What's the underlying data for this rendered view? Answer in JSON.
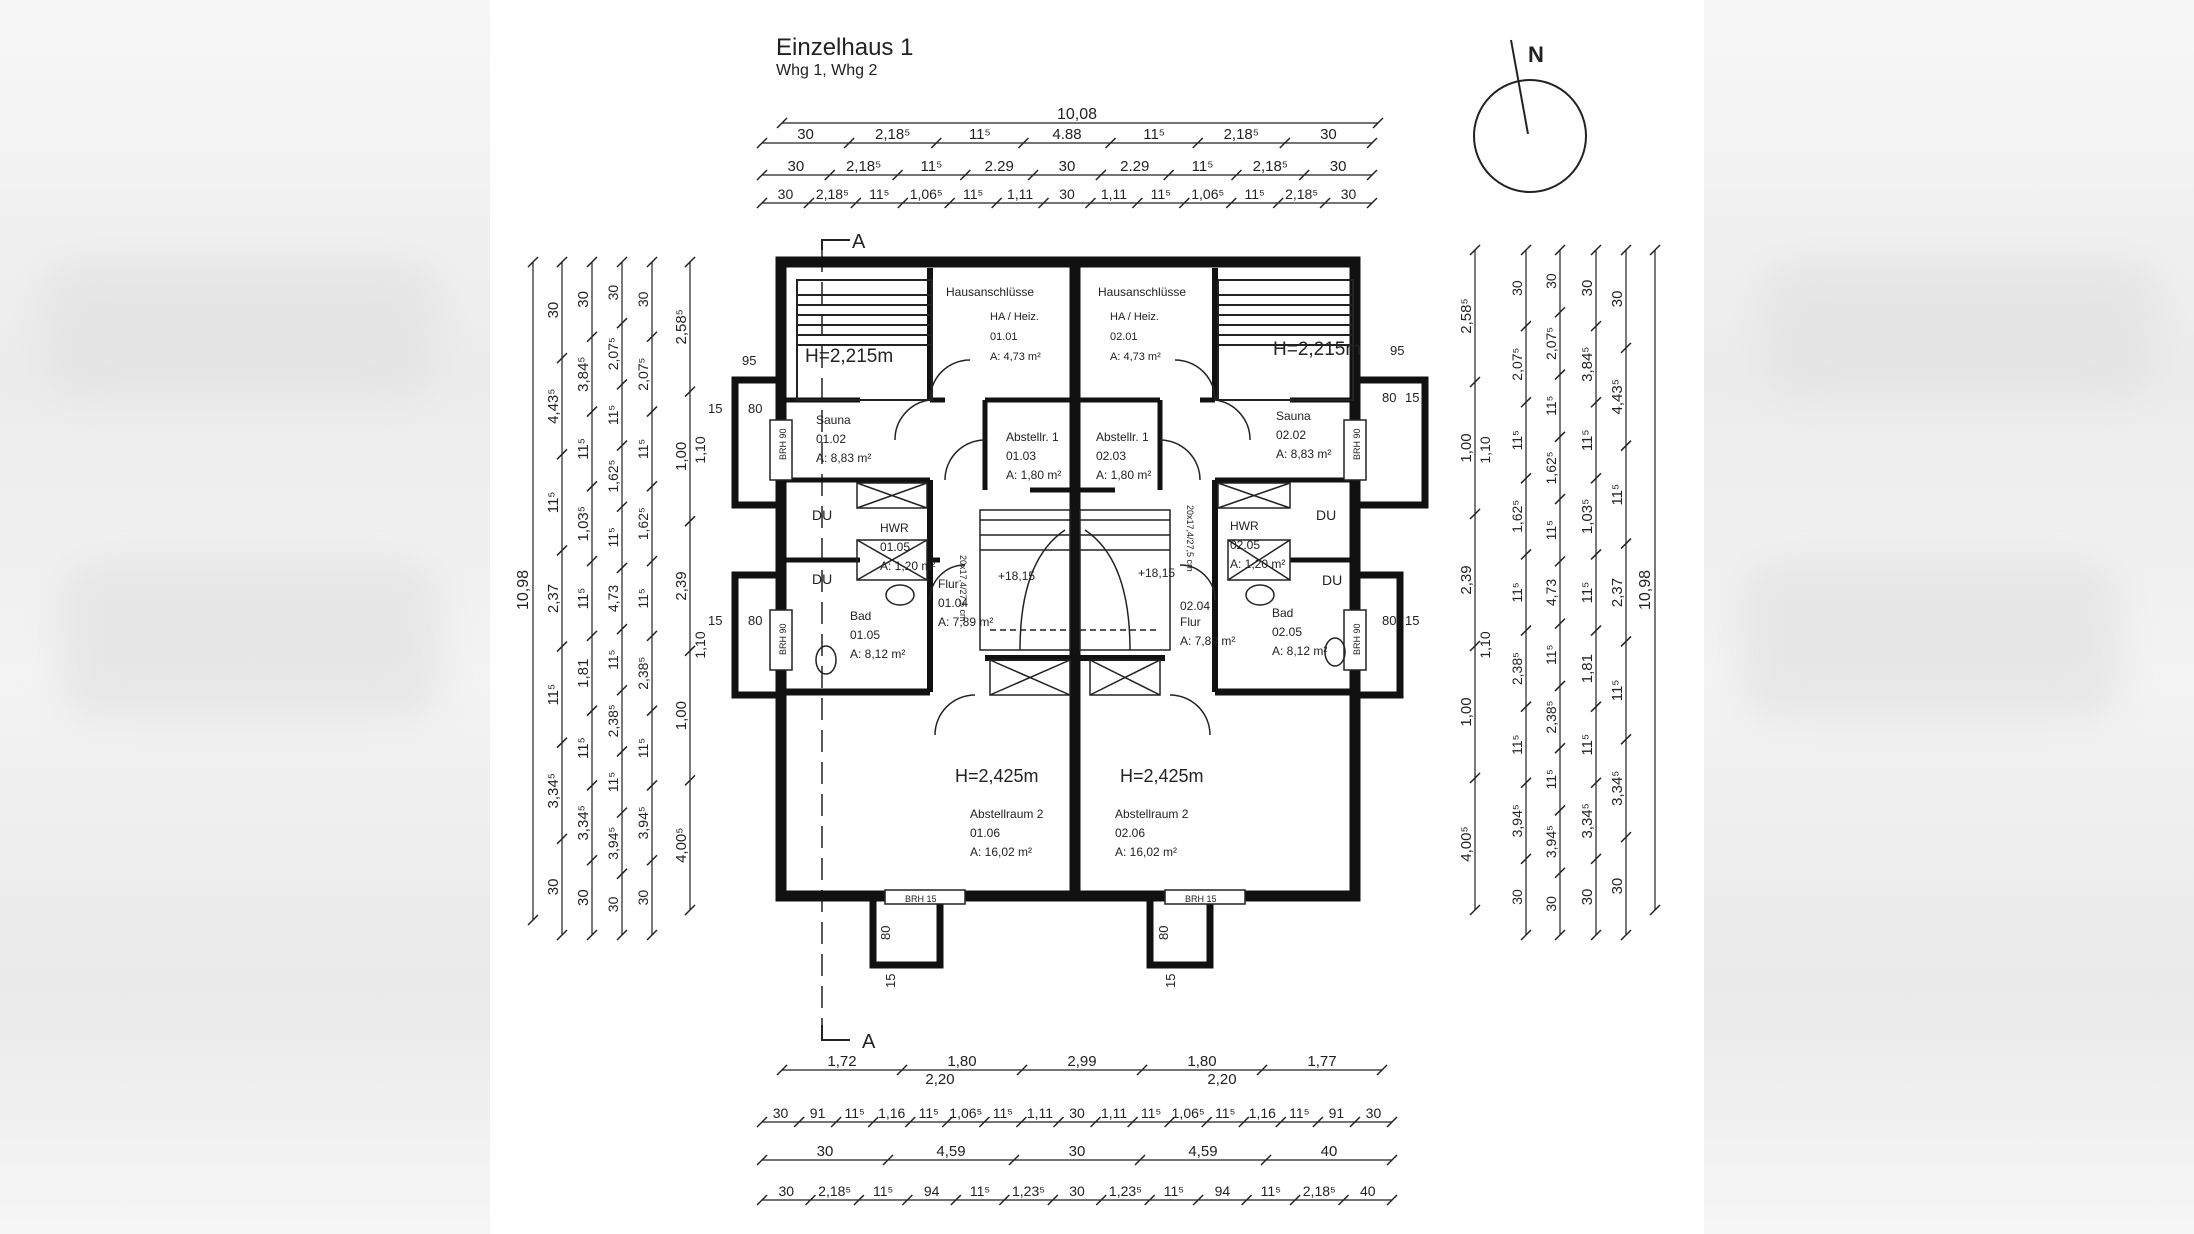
{
  "title": "Einzelhaus 1",
  "subtitle": "Whg 1, Whg 2",
  "north_label": "N",
  "section_label": "A",
  "dims_top": {
    "total": "10,08",
    "row1": [
      "30",
      "2,18⁵",
      "11⁵",
      "4.88",
      "11⁵",
      "2,18⁵",
      "30"
    ],
    "row2": [
      "30",
      "2,18⁵",
      "11⁵",
      "2.29",
      "30",
      "2.29",
      "11⁵",
      "2,18⁵",
      "30"
    ],
    "row3": [
      "30",
      "2,18⁵",
      "11⁵",
      "1,06⁵",
      "11⁵",
      "1,11",
      "30",
      "1,11",
      "11⁵",
      "1,06⁵",
      "11⁵",
      "2,18⁵",
      "30"
    ]
  },
  "dims_bottom": {
    "row1a": [
      "1,72",
      "1,80",
      "2,99",
      "1,80",
      "1,77"
    ],
    "row1b": [
      "2,20",
      "2,20"
    ],
    "row2": [
      "30",
      "91",
      "11⁵",
      "1,16",
      "11⁵",
      "1,06⁵",
      "11⁵",
      "1,11",
      "30",
      "1,11",
      "11⁵",
      "1,06⁵",
      "11⁵",
      "1,16",
      "11⁵",
      "91",
      "30"
    ],
    "row3": [
      "30",
      "4,59",
      "30",
      "4,59",
      "40"
    ],
    "row4": [
      "30",
      "2,18⁵",
      "11⁵",
      "94",
      "11⁵",
      "1,23⁵",
      "30",
      "1,23⁵",
      "11⁵",
      "94",
      "11⁵",
      "2,18⁵",
      "40"
    ]
  },
  "dims_left": {
    "total": "10,98",
    "col1": [
      "30",
      "4,43⁵",
      "11⁵",
      "2,37",
      "11⁵",
      "3,34⁵",
      "30"
    ],
    "col2": [
      "30",
      "3,84⁵",
      "11⁵",
      "1,03⁵",
      "11⁵",
      "1,81",
      "11⁵",
      "3,34⁵",
      "30"
    ],
    "col3": [
      "30",
      "2,07⁵",
      "11⁵",
      "1,62⁵",
      "11⁵",
      "4,73",
      "11⁵",
      "2,38⁵",
      "11⁵",
      "3,94⁵",
      "30"
    ],
    "col4": [
      "30",
      "2,07⁵",
      "11⁵",
      "1,62⁵",
      "11⁵",
      "2,38⁵",
      "11⁵",
      "3,94⁵",
      "30"
    ],
    "col5": [
      "2,58⁵",
      "1,00",
      "2,39",
      "1,00",
      "4,00⁵"
    ],
    "col6": [
      "1,10",
      "1,10"
    ]
  },
  "dims_right": {
    "total": "10,98",
    "col1": [
      "30",
      "4,43⁵",
      "11⁵",
      "2,37",
      "11⁵",
      "3,34⁵",
      "30"
    ],
    "col2": [
      "30",
      "3,84⁵",
      "11⁵",
      "1,03⁵",
      "11⁵",
      "1,81",
      "11⁵",
      "3,34⁵",
      "30"
    ],
    "col3": [
      "30",
      "2,07⁵",
      "11⁵",
      "1,62⁵",
      "11⁵",
      "4,73",
      "11⁵",
      "2,38⁵",
      "11⁵",
      "3,94⁵",
      "30"
    ],
    "col4": [
      "30",
      "2,07⁵",
      "11⁵",
      "1,62⁵",
      "11⁵",
      "2,38⁵",
      "11⁵",
      "3,94⁵",
      "30"
    ],
    "col5": [
      "2,58⁵",
      "1,00",
      "2,39",
      "1,00",
      "4,00⁵"
    ],
    "col6": [
      "1,10",
      "1,10"
    ]
  },
  "heights": {
    "upper": "H=2,215m",
    "lower": "H=2,425m"
  },
  "window_labels": {
    "side": "BRH 90",
    "bottom": "BRH 15"
  },
  "lightwell_dims": {
    "depth": "80",
    "width": "95",
    "offset": "15"
  },
  "stair_level": "+18,15",
  "stair_spec": "20x17,4/27,5 cm",
  "du_label": "DU",
  "units": [
    {
      "rooms": [
        {
          "name": "Hausanschlüsse",
          "sub": "HA / Heiz.",
          "num": "01.01",
          "area": "A: 4,73 m²"
        },
        {
          "name": "Sauna",
          "num": "01.02",
          "area": "A: 8,83 m²"
        },
        {
          "name": "Abstellr. 1",
          "num": "01.03",
          "area": "A: 1,80 m²"
        },
        {
          "name": "Flur",
          "num": "01.04",
          "area": "A: 7,89 m²"
        },
        {
          "name": "Bad",
          "num": "01.05",
          "area": "A: 8,12 m²"
        },
        {
          "name": "HWR",
          "num": "01.05",
          "area": "A: 1,20 m²"
        },
        {
          "name": "Abstellraum 2",
          "num": "01.06",
          "area": "A: 16,02 m²"
        }
      ]
    },
    {
      "rooms": [
        {
          "name": "Hausanschlüsse",
          "sub": "HA / Heiz.",
          "num": "02.01",
          "area": "A: 4,73 m²"
        },
        {
          "name": "Sauna",
          "num": "02.02",
          "area": "A: 8,83 m²"
        },
        {
          "name": "Abstellr. 1",
          "num": "02.03",
          "area": "A: 1,80 m²"
        },
        {
          "name": "Flur",
          "num": "02.04",
          "area": "A: 7,89 m²"
        },
        {
          "name": "Bad",
          "num": "02.05",
          "area": "A: 8,12 m²"
        },
        {
          "name": "HWR",
          "num": "02.05",
          "area": "A: 1,20 m²"
        },
        {
          "name": "Abstellraum 2",
          "num": "02.06",
          "area": "A: 16,02 m²"
        }
      ]
    }
  ]
}
